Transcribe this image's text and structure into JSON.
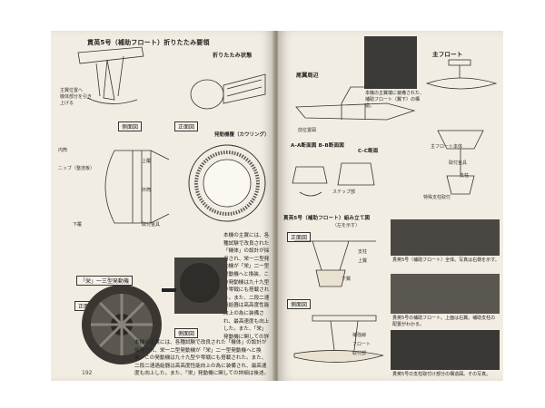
{
  "left_page": {
    "fig_title": "貫英5号（補助フロート）折りたたみ要領",
    "fold_label": "折りたたみ状態",
    "fold_notes": [
      "主翼位置へ",
      "機体部分を引き",
      "上げる"
    ],
    "side_view_label": "側面図",
    "front_view_label": "正面図",
    "engine_cover_label": "発動機覆（カウリング）",
    "cowl_labels": [
      "内筒",
      "上覆",
      "ニッブ（整流板）",
      "外筒",
      "下覆",
      "取付金具"
    ],
    "engine_caption": "「栄」一三型発動機",
    "engine_front_label": "正面",
    "engine_side_label": "側面図",
    "body_text": "本機の主翼には、各種試験で改良された「機体」の設計が採用され、栄一二型発動機が「栄」二一型発動機へと換装、この発動機は九十九型や零戦にも搭載された。また、二段二速過給器は高高度性能向上の為に装備され、最高速度も向上した。また、「栄」発動機に関しての詳細は後述。",
    "page_number": "192"
  },
  "right_page": {
    "photo1_caption": "本機の主翼端に装備された、補助フロート（翼下）の構造。",
    "float_section_title": "尾翼周辺",
    "main_float_title": "主フロート",
    "float_view_label": "前位置図",
    "side_section_title": "A-A断面図 B-B断面図",
    "c_section_title": "C-C断面",
    "float_labels": [
      "主フロート本体",
      "取付金具",
      "支柱",
      "特殊支柱取付",
      "ステップ部"
    ],
    "assembly_title": "貫英5号（補助フロート）組み立て図",
    "assembly_sub": "（左を示す）",
    "front_view": "正面図",
    "side_view": "側面図",
    "assembly_labels": [
      "支柱",
      "上翼",
      "下翼",
      "補強線",
      "フロート",
      "取付部"
    ],
    "photo2_caption": "貫英5号（補助フロート）全体。写真は右側を示す。",
    "photo3_caption": "貫英5号の補助フロート。上面は右翼。補助支柱の配置がわかる。",
    "photo4_caption": "貫英5号の支柱取付け部分の構造図。その写真。"
  }
}
